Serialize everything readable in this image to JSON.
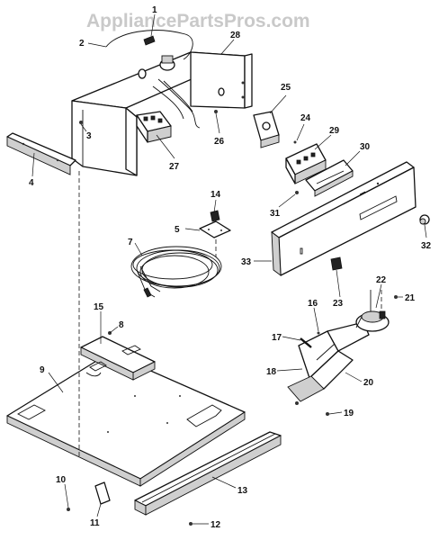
{
  "watermark": "AppliancePartsPros.com",
  "callouts": [
    {
      "id": "c1",
      "text": "1"
    },
    {
      "id": "c2",
      "text": "2"
    },
    {
      "id": "c3",
      "text": "3"
    },
    {
      "id": "c4",
      "text": "4"
    },
    {
      "id": "c5",
      "text": "5"
    },
    {
      "id": "c7",
      "text": "7"
    },
    {
      "id": "c8",
      "text": "8"
    },
    {
      "id": "c9",
      "text": "9"
    },
    {
      "id": "c10",
      "text": "10"
    },
    {
      "id": "c11",
      "text": "11"
    },
    {
      "id": "c12",
      "text": "12"
    },
    {
      "id": "c13",
      "text": "13"
    },
    {
      "id": "c14",
      "text": "14"
    },
    {
      "id": "c15",
      "text": "15"
    },
    {
      "id": "c16",
      "text": "16"
    },
    {
      "id": "c17",
      "text": "17"
    },
    {
      "id": "c18",
      "text": "18"
    },
    {
      "id": "c19",
      "text": "19"
    },
    {
      "id": "c20",
      "text": "20"
    },
    {
      "id": "c21",
      "text": "21"
    },
    {
      "id": "c22",
      "text": "22"
    },
    {
      "id": "c23",
      "text": "23"
    },
    {
      "id": "c24",
      "text": "24"
    },
    {
      "id": "c25",
      "text": "25"
    },
    {
      "id": "c26",
      "text": "26"
    },
    {
      "id": "c27",
      "text": "27"
    },
    {
      "id": "c28",
      "text": "28"
    },
    {
      "id": "c29",
      "text": "29"
    },
    {
      "id": "c30",
      "text": "30"
    },
    {
      "id": "c31",
      "text": "31"
    },
    {
      "id": "c32",
      "text": "32"
    },
    {
      "id": "c33",
      "text": "33"
    }
  ]
}
